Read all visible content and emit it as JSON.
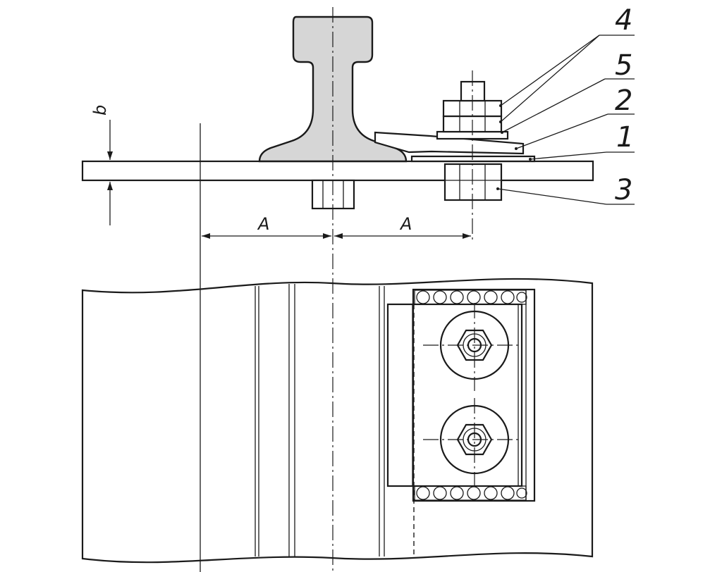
{
  "labels": {
    "callout_4": "4",
    "callout_5": "5",
    "callout_2": "2",
    "callout_1": "1",
    "callout_3": "3",
    "dim_left": "A",
    "dim_right": "A",
    "dim_b": "b"
  }
}
